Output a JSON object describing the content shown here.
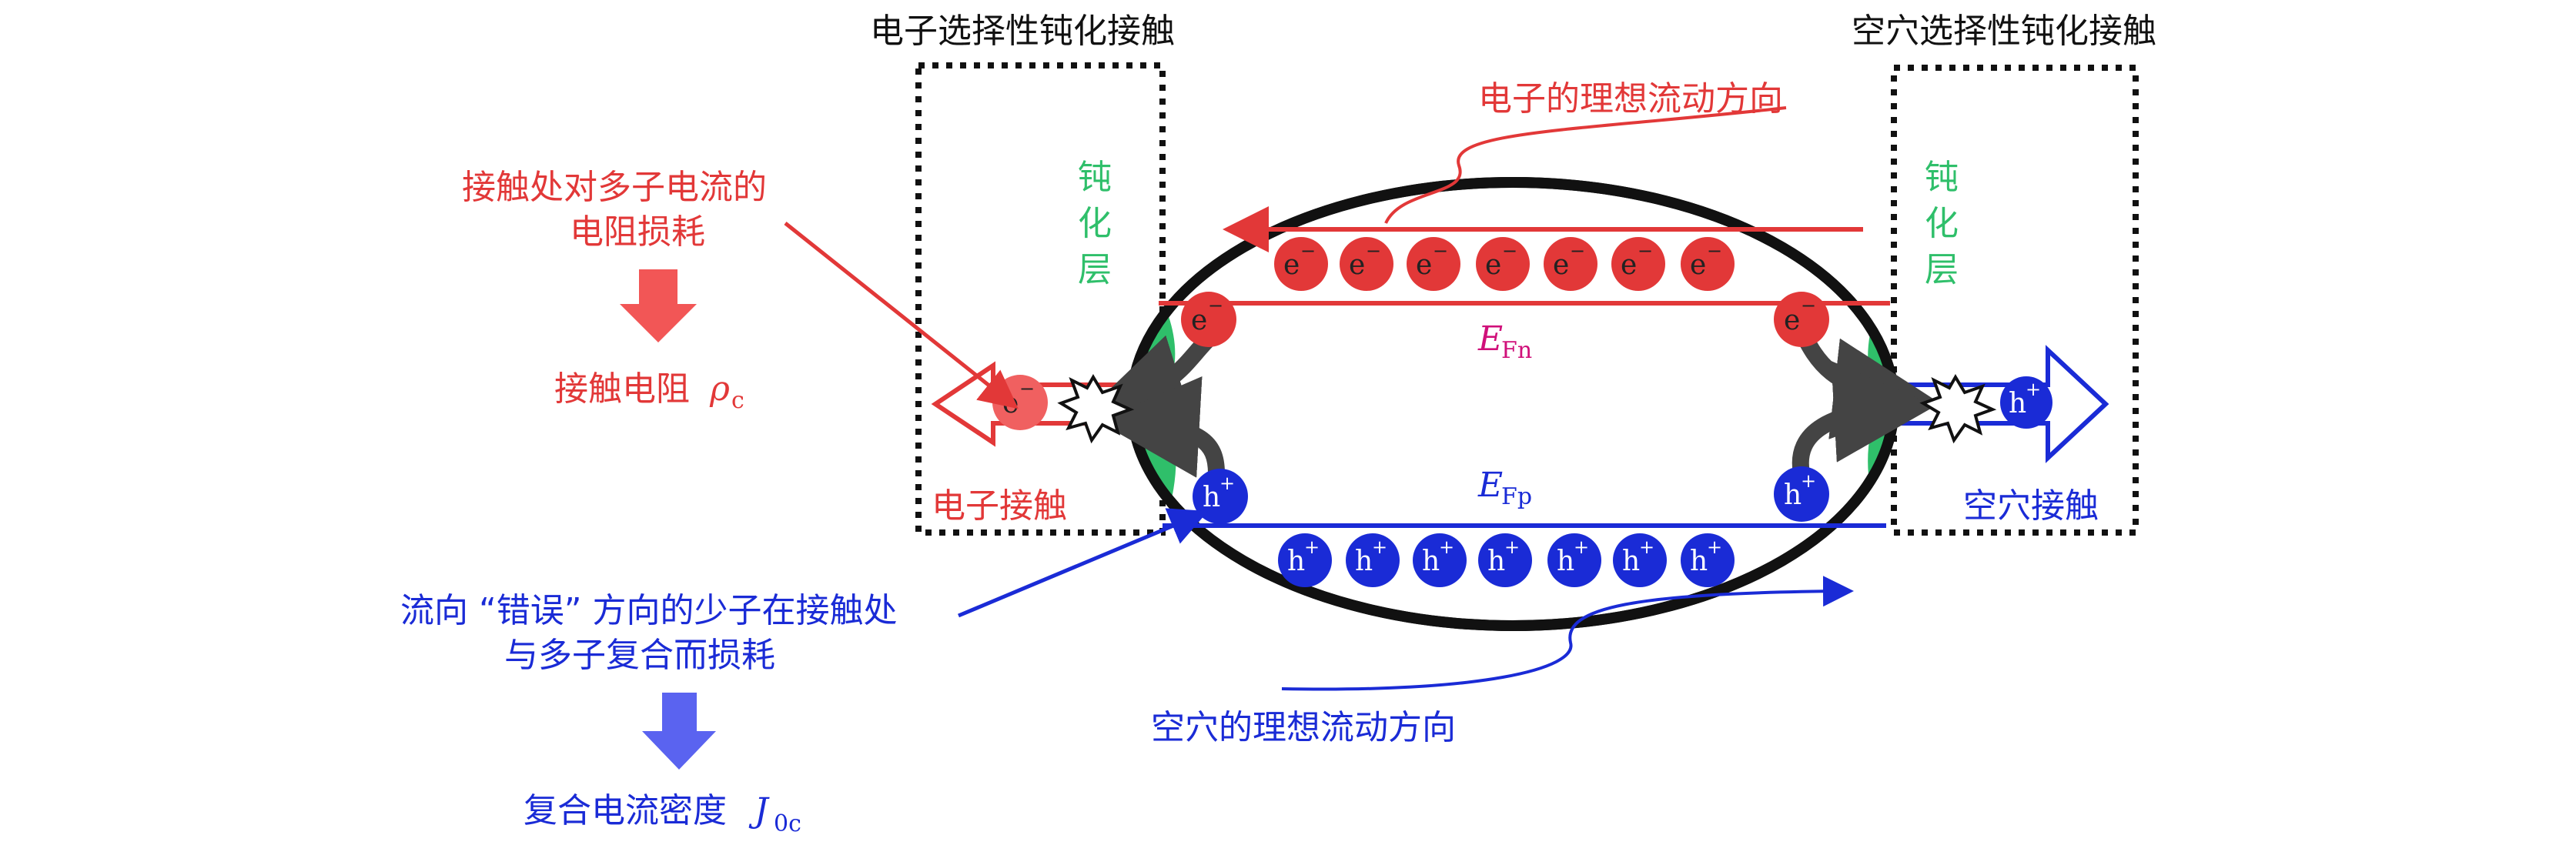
{
  "labels": {
    "electron_contact_title": "电子选择性钝化接触",
    "hole_contact_title": "空穴选择性钝化接触",
    "passivation_left": [
      "钝",
      "化",
      "层"
    ],
    "passivation_right": [
      "钝",
      "化",
      "层"
    ],
    "electron_ideal_flow": "电子的理想流动方向",
    "hole_ideal_flow": "空穴的理想流动方向",
    "majority_loss_line1": "接触处对多子电流的",
    "majority_loss_line2": "电阻损耗",
    "contact_resistance": "接触电阻",
    "contact_resistance_symbol": "ρ",
    "contact_resistance_sub": "c",
    "minority_loss_line1": "流向 “错误” 方向的少子在接触处",
    "minority_loss_line2": "与多子复合而损耗",
    "recomb_current": "复合电流密度",
    "recomb_current_symbol": "J",
    "recomb_current_sub": "0c",
    "electron_contact": "电子接触",
    "hole_contact": "空穴接触",
    "efn_symbol": "E",
    "efn_sub": "Fn",
    "efp_symbol": "E",
    "efp_sub": "Fp"
  },
  "carriers": {
    "electron": "e",
    "electron_charge": "−",
    "hole": "h",
    "hole_charge": "+"
  },
  "colors": {
    "electron": "#e23838",
    "hole": "#1a2bd6",
    "passivation": "#2fbf6a",
    "electron_label": "#e23838",
    "hole_label": "#1a2bd6",
    "efn_label": "#d0107a",
    "resistance_arrow": "#f25656",
    "recomb_arrow": "#5a63f0"
  }
}
